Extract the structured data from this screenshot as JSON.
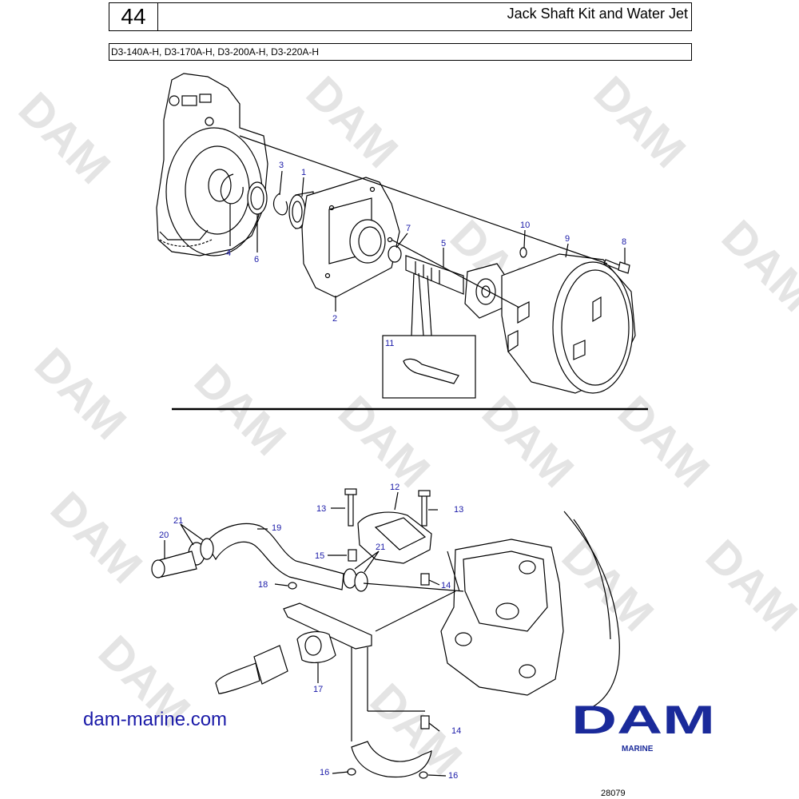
{
  "header": {
    "page_number": "44",
    "title": "Jack Shaft Kit and Water Jet",
    "models": "D3-140A-H, D3-170A-H, D3-200A-H, D3-220A-H"
  },
  "upper_callouts": [
    "1",
    "2",
    "3",
    "4",
    "5",
    "6",
    "7",
    "8",
    "9",
    "10",
    "11"
  ],
  "lower_callouts": [
    "12",
    "13",
    "13",
    "14",
    "14",
    "15",
    "16",
    "16",
    "17",
    "18",
    "19",
    "20",
    "21",
    "21"
  ],
  "footer": {
    "website": "dam-marine.com",
    "logo_text": "DAM",
    "logo_subtext": "MARINE",
    "figure_ref": "28079"
  },
  "watermark": "DAM",
  "colors": {
    "callout": "#1a1aa8",
    "logo": "#1a2a9a",
    "watermark": "#e4e4e4"
  }
}
